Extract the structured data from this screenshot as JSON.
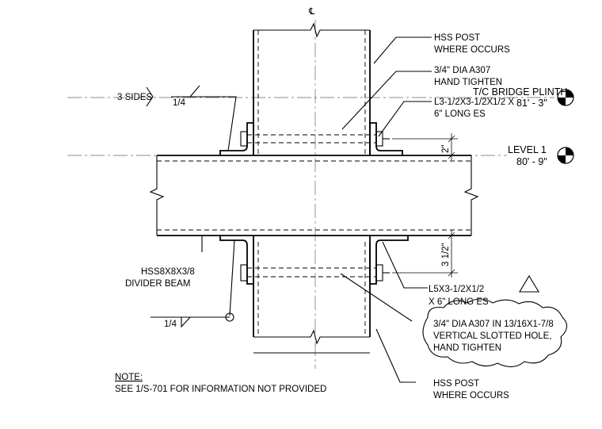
{
  "centerline_symbol": "℄",
  "labels": {
    "hss_post_top": [
      "HSS POST",
      "WHERE OCCURS"
    ],
    "bolt_top": [
      "3/4\" DIA A307",
      "HAND TIGHTEN"
    ],
    "angle_top": [
      "L3-1/2X3-1/2X1/2 X",
      "6\" LONG ES"
    ],
    "weld_top_sides": "3 SIDES",
    "weld_top_size": "1/4",
    "level_plinth": {
      "name": "T/C BRIDGE PLINTH",
      "elev": "81' - 3\""
    },
    "level_1": {
      "name": "LEVEL 1",
      "elev": "80' - 9\""
    },
    "dim_top": "2\"",
    "dim_bottom": "3 1/2\"",
    "divider_beam": [
      "HSS8X8X3/8",
      "DIVIDER BEAM"
    ],
    "angle_bottom": [
      "L5X3-1/2X1/2",
      "X 6\" LONG ES"
    ],
    "bolt_bottom": [
      "3/4\" DIA A307 IN 13/16X1-7/8",
      "VERTICAL SLOTTED HOLE,",
      "HAND TIGHTEN"
    ],
    "weld_bottom_size": "1/4",
    "hss_post_bottom": [
      "HSS POST",
      "WHERE OCCURS"
    ],
    "note_title": "NOTE:",
    "note_text": "SEE 1/S-701 FOR INFORMATION NOT PROVIDED"
  },
  "colors": {
    "line": "#000000",
    "centerline": "#666666",
    "background": "#ffffff"
  },
  "icons": [
    "level-marker-icon",
    "revision-triangle-icon",
    "revision-cloud-icon",
    "weld-symbol-icon"
  ]
}
